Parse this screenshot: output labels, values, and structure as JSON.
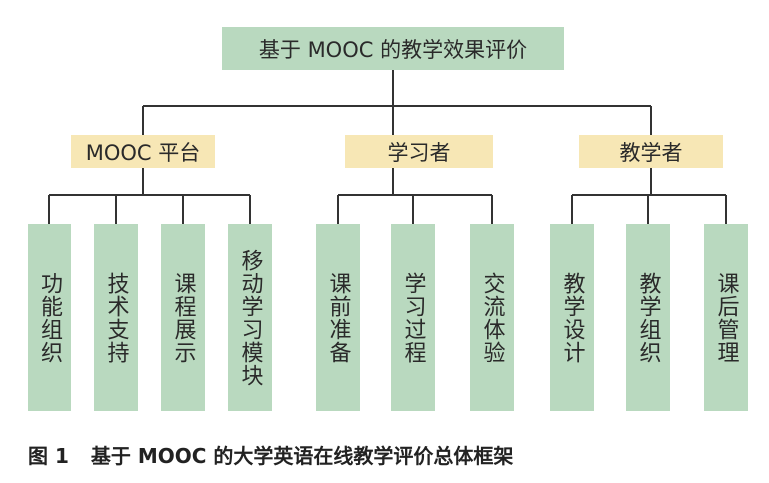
{
  "root": "基于 MOOC 的教学效果评价",
  "groups": [
    {
      "label": "MOOC 平台",
      "children": [
        "功能组织",
        "技术支持",
        "课程展示",
        "移动学习模块"
      ]
    },
    {
      "label": "学习者",
      "children": [
        "课前准备",
        "学习过程",
        "交流体验"
      ]
    },
    {
      "label": "教学者",
      "children": [
        "教学设计",
        "教学组织",
        "课后管理"
      ]
    }
  ],
  "caption": {
    "figure": "图 1",
    "text": "基于 MOOC 的大学英语在线教学评价总体框架"
  },
  "colors": {
    "root_fill": "#b9d9bf",
    "group_fill": "#f7e7b5",
    "leaf_fill": "#b9d9bf",
    "line": "#333333"
  }
}
